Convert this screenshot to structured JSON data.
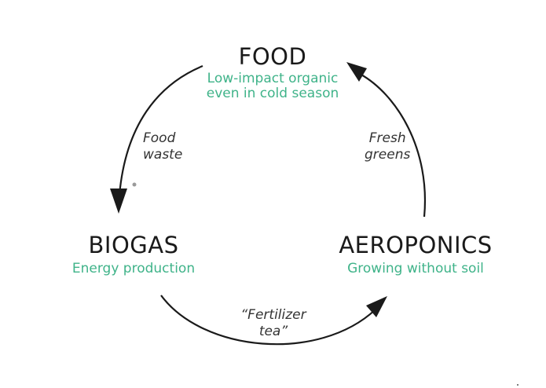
{
  "nodes": {
    "food": {
      "title": "FOOD",
      "subtitle_line1": "Low-impact organic",
      "subtitle_line2": "even in cold season"
    },
    "biogas": {
      "title": "BIOGAS",
      "subtitle": "Energy production"
    },
    "aeroponics": {
      "title": "AEROPONICS",
      "subtitle": "Growing without soil"
    }
  },
  "edges": {
    "food_to_biogas": {
      "line1": "Food",
      "line2": "waste"
    },
    "biogas_to_aeroponics": {
      "line1": "“Fertilizer",
      "line2": "tea”"
    },
    "aeroponics_to_food": {
      "line1": "Fresh",
      "line2": "greens"
    }
  },
  "colors": {
    "title": "#1a1a1a",
    "subtitle": "#3fb389",
    "arrow": "#1a1a1a"
  }
}
